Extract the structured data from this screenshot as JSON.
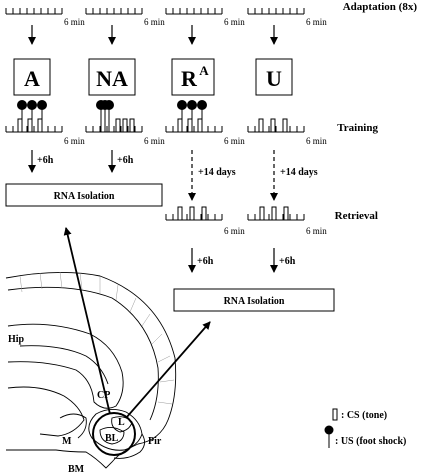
{
  "labels": {
    "adaptation": "Adaptation (8x)",
    "training": "Training",
    "retrieval": "Retrieval",
    "six_min": "6 min",
    "plus_6h": "+6h",
    "plus_14_days": "+14 days",
    "rna_isolation": "RNA Isolation"
  },
  "groups": [
    {
      "label": "A",
      "superscript": ""
    },
    {
      "label": "NA",
      "superscript": ""
    },
    {
      "label": "R",
      "superscript": "A"
    },
    {
      "label": "U",
      "superscript": ""
    }
  ],
  "brain_labels": {
    "hip": "Hip",
    "cp": "CP",
    "l": "L",
    "bl": "BL",
    "m": "M",
    "pir": "Pir",
    "bm": "BM"
  },
  "legend": {
    "cs": ": CS (tone)",
    "us": ": US (foot shock)"
  },
  "colors": {
    "ink": "#000000",
    "background": "#ffffff",
    "guide": "#999999"
  }
}
